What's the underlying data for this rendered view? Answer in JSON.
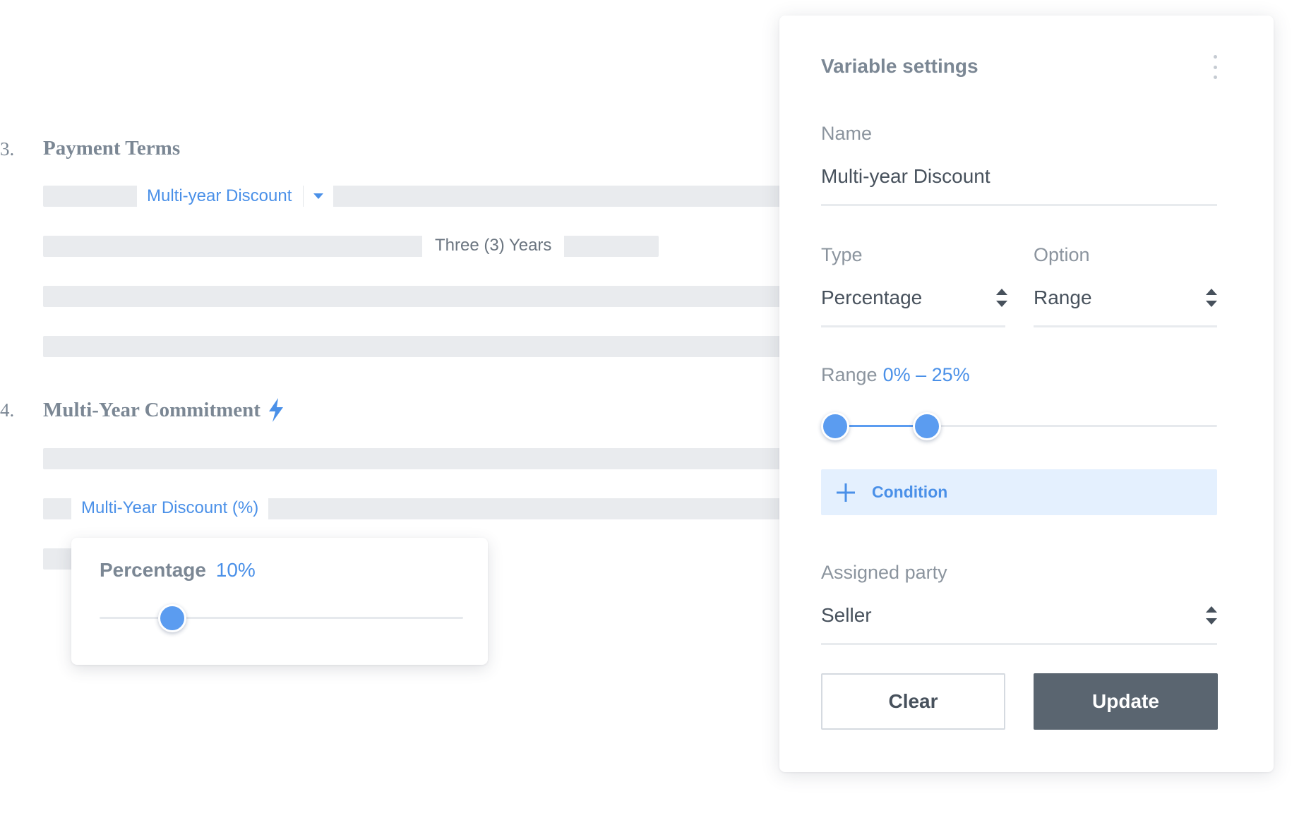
{
  "document": {
    "sections": [
      {
        "number": "3.",
        "title": "Payment Terms"
      },
      {
        "number": "4.",
        "title": "Multi-Year Commitment"
      }
    ],
    "chips": {
      "multi_year_discount": "Multi-year Discount",
      "three_years": "Three (3) Years",
      "multi_year_discount_pct": "Multi-Year Discount (%)"
    },
    "icons": {
      "dropdown": "caret-down-icon",
      "automation": "lightning-bolt-icon"
    },
    "colors": {
      "accent": "#4a90e8",
      "bar": "#e9ebee"
    }
  },
  "popover": {
    "label": "Percentage",
    "value": "10%",
    "slider": {
      "min": 0,
      "max": 25,
      "value": 10
    }
  },
  "settings": {
    "title": "Variable settings",
    "menu_icon": "kebab-menu-icon",
    "name": {
      "label": "Name",
      "value": "Multi-year Discount"
    },
    "type": {
      "label": "Type",
      "value": "Percentage"
    },
    "option": {
      "label": "Option",
      "value": "Range"
    },
    "range": {
      "label": "Range",
      "value": "0% – 25%",
      "low": 0,
      "high": 25
    },
    "condition_button": "Condition",
    "assigned_party": {
      "label": "Assigned party",
      "value": "Seller"
    },
    "clear_button": "Clear",
    "update_button": "Update",
    "colors": {
      "primary_button": "#5a6570",
      "condition_bg": "#e4f0fe"
    }
  }
}
